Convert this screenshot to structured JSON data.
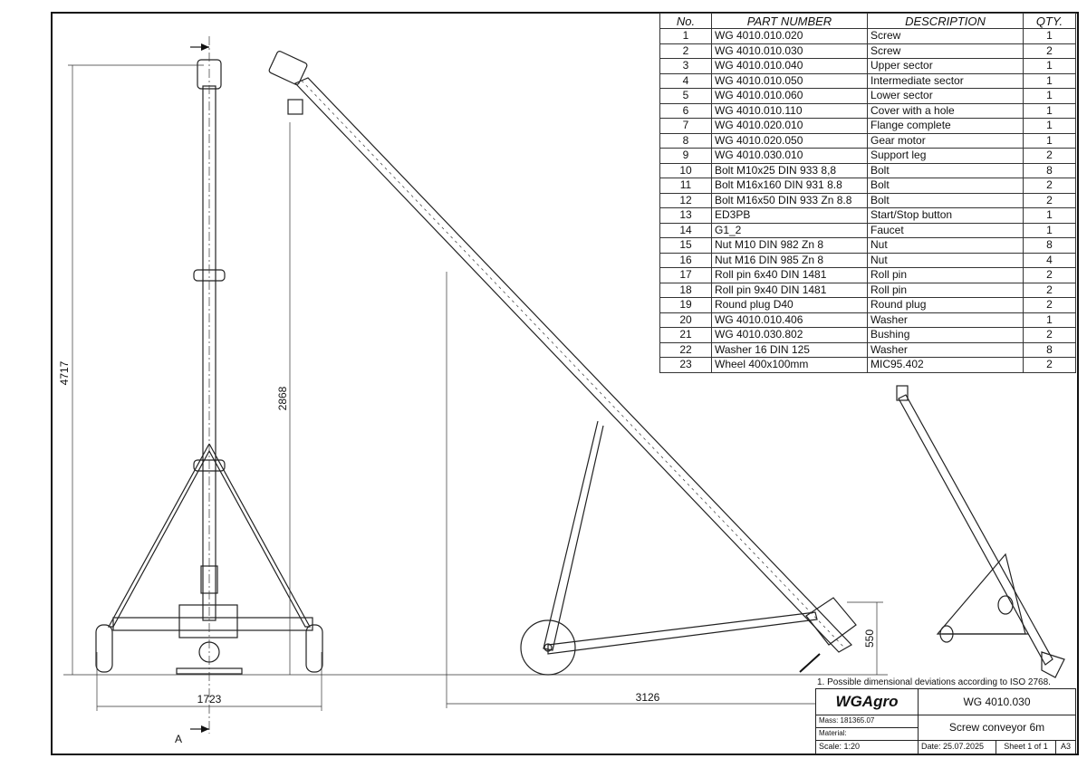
{
  "bom": {
    "headers": [
      "No.",
      "PART NUMBER",
      "DESCRIPTION",
      "QTY."
    ],
    "rows": [
      [
        "1",
        "WG 4010.010.020",
        "Screw",
        "1"
      ],
      [
        "2",
        "WG 4010.010.030",
        "Screw",
        "2"
      ],
      [
        "3",
        "WG 4010.010.040",
        "Upper sector",
        "1"
      ],
      [
        "4",
        "WG 4010.010.050",
        "Intermediate sector",
        "1"
      ],
      [
        "5",
        "WG 4010.010.060",
        "Lower sector",
        "1"
      ],
      [
        "6",
        "WG 4010.010.110",
        "Cover with a hole",
        "1"
      ],
      [
        "7",
        "WG 4010.020.010",
        "Flange complete",
        "1"
      ],
      [
        "8",
        "WG 4010.020.050",
        "Gear motor",
        "1"
      ],
      [
        "9",
        "WG 4010.030.010",
        "Support leg",
        "2"
      ],
      [
        "10",
        "Bolt M10x25 DIN 933 8,8",
        "Bolt",
        "8"
      ],
      [
        "11",
        "Bolt M16x160 DIN 931 8.8",
        "Bolt",
        "2"
      ],
      [
        "12",
        "Bolt M16x50 DIN 933 Zn 8.8",
        "Bolt",
        "2"
      ],
      [
        "13",
        "ED3PB",
        "Start/Stop button",
        "1"
      ],
      [
        "14",
        "G1_2",
        "Faucet",
        "1"
      ],
      [
        "15",
        "Nut M10 DIN 982 Zn 8",
        "Nut",
        "8"
      ],
      [
        "16",
        "Nut M16 DIN 985 Zn 8",
        "Nut",
        "4"
      ],
      [
        "17",
        "Roll pin 6x40 DIN 1481",
        "Roll pin",
        "2"
      ],
      [
        "18",
        "Roll pin 9x40 DIN 1481",
        "Roll pin",
        "2"
      ],
      [
        "19",
        "Round plug D40",
        "Round plug",
        "2"
      ],
      [
        "20",
        "WG 4010.010.406",
        "Washer",
        "1"
      ],
      [
        "21",
        "WG 4010.030.802",
        "Bushing",
        "2"
      ],
      [
        "22",
        "Washer 16 DIN 125",
        "Washer",
        "8"
      ],
      [
        "23",
        "Wheel 400x100mm",
        "MIC95.402",
        "2"
      ]
    ]
  },
  "dimensions": {
    "front_height": "4717",
    "front_width": "1723",
    "side_height": "2868",
    "side_length": "3126",
    "hopper_height": "550",
    "section_label": "A"
  },
  "note": "1. Possible dimensional deviations according to ISO 2768.",
  "title_block": {
    "logo": "WGAgro",
    "drawing_number": "WG 4010.030",
    "mass": "Mass: 181365.07",
    "material": "Material:",
    "title": "Screw conveyor 6m",
    "scale": "Scale: 1:20",
    "date": "Date: 25.07.2025",
    "sheet": "Sheet 1 of 1",
    "format": "A3"
  }
}
